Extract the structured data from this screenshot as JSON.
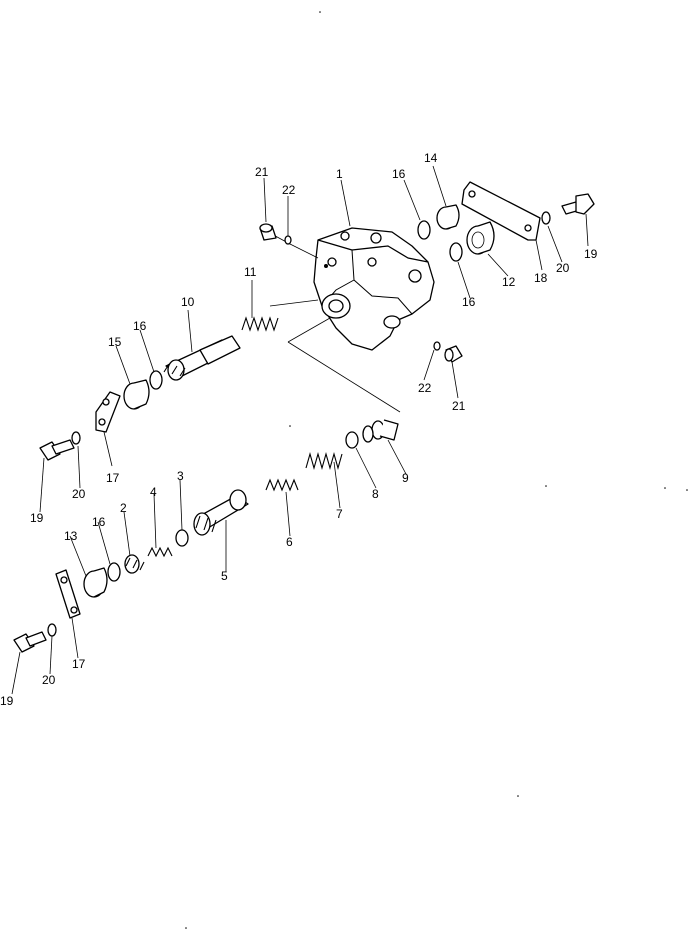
{
  "diagram": {
    "callouts": [
      "1",
      "2",
      "3",
      "4",
      "5",
      "6",
      "7",
      "8",
      "9",
      "10",
      "11",
      "12",
      "13",
      "14",
      "15",
      "16",
      "17",
      "18",
      "19",
      "20",
      "21",
      "22"
    ],
    "labels": {
      "p1": "1",
      "p2": "2",
      "p3": "3",
      "p4": "4",
      "p5": "5",
      "p6": "6",
      "p7": "7",
      "p8": "8",
      "p9": "9",
      "p10": "10",
      "p11": "11",
      "p12": "12",
      "p13": "13",
      "p14": "14",
      "p15": "15",
      "p16a": "16",
      "p16b": "16",
      "p16c": "16",
      "p16d": "16",
      "p17a": "17",
      "p17b": "17",
      "p18": "18",
      "p19a": "19",
      "p19b": "19",
      "p19c": "19",
      "p20a": "20",
      "p20b": "20",
      "p20c": "20",
      "p21a": "21",
      "p21b": "21",
      "p22a": "22",
      "p22b": "22"
    }
  }
}
